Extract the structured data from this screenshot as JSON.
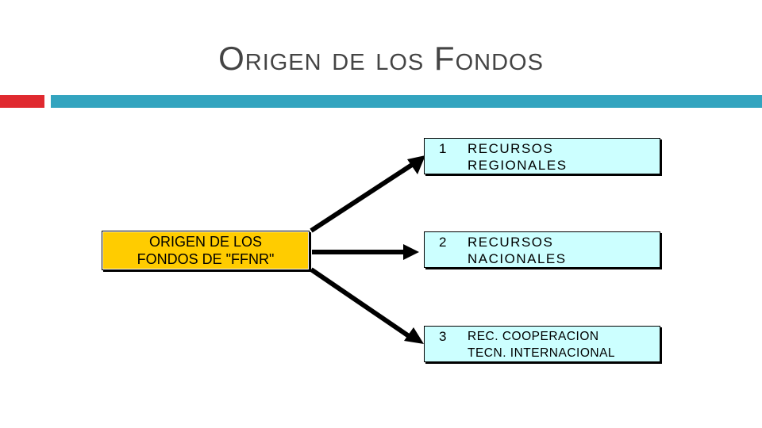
{
  "title": "Origen de los Fondos",
  "source": {
    "line1": "ORIGEN  DE LOS",
    "line2": "FONDOS DE \"FFNR\""
  },
  "targets": [
    {
      "num": "1",
      "line1": "RECURSOS",
      "line2": "REGIONALES"
    },
    {
      "num": "2",
      "line1": "RECURSOS",
      "line2": "NACIONALES"
    },
    {
      "num": "3",
      "line1": "REC. COOPERACION",
      "line2": "TECN. INTERNACIONAL"
    }
  ],
  "colors": {
    "source_fill": "#ffcc00",
    "target_fill": "#ccffff",
    "accent_red": "#e0292f",
    "accent_teal": "#33a4bf"
  }
}
